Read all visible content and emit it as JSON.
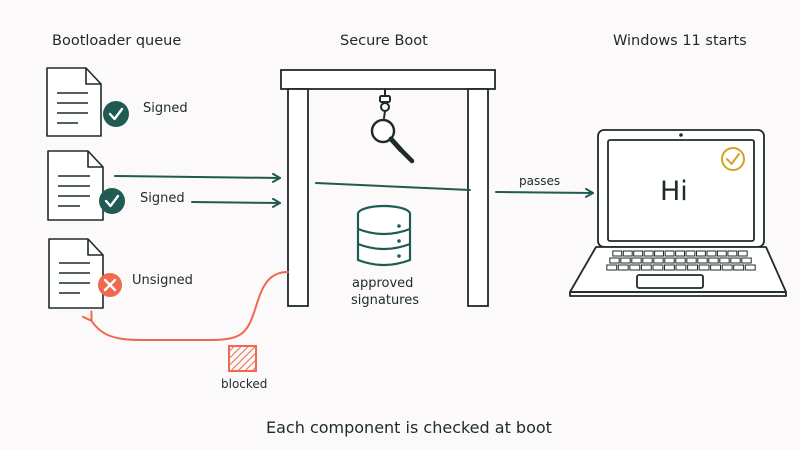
{
  "headings": {
    "queue": "Bootloader queue",
    "secure_boot": "Secure Boot",
    "windows": "Windows 11 starts"
  },
  "files": [
    {
      "label": "Signed",
      "status": "signed"
    },
    {
      "label": "Signed",
      "status": "signed"
    },
    {
      "label": "Unsigned",
      "status": "unsigned"
    }
  ],
  "database": {
    "line1": "approved",
    "line2": "signatures"
  },
  "arrow_label": "passes",
  "screen_text": "Hi",
  "blocked_label": "blocked",
  "caption": "Each component is checked at boot",
  "colors": {
    "ink": "#1f2a2b",
    "teal": "#1f5b52",
    "red": "#ee6a4f",
    "gold": "#d6a024",
    "background": "#fbf9f9"
  },
  "icons": [
    "document-icon",
    "check-icon",
    "x-icon",
    "magnifier-icon",
    "database-icon",
    "laptop-icon",
    "blocked-icon"
  ]
}
